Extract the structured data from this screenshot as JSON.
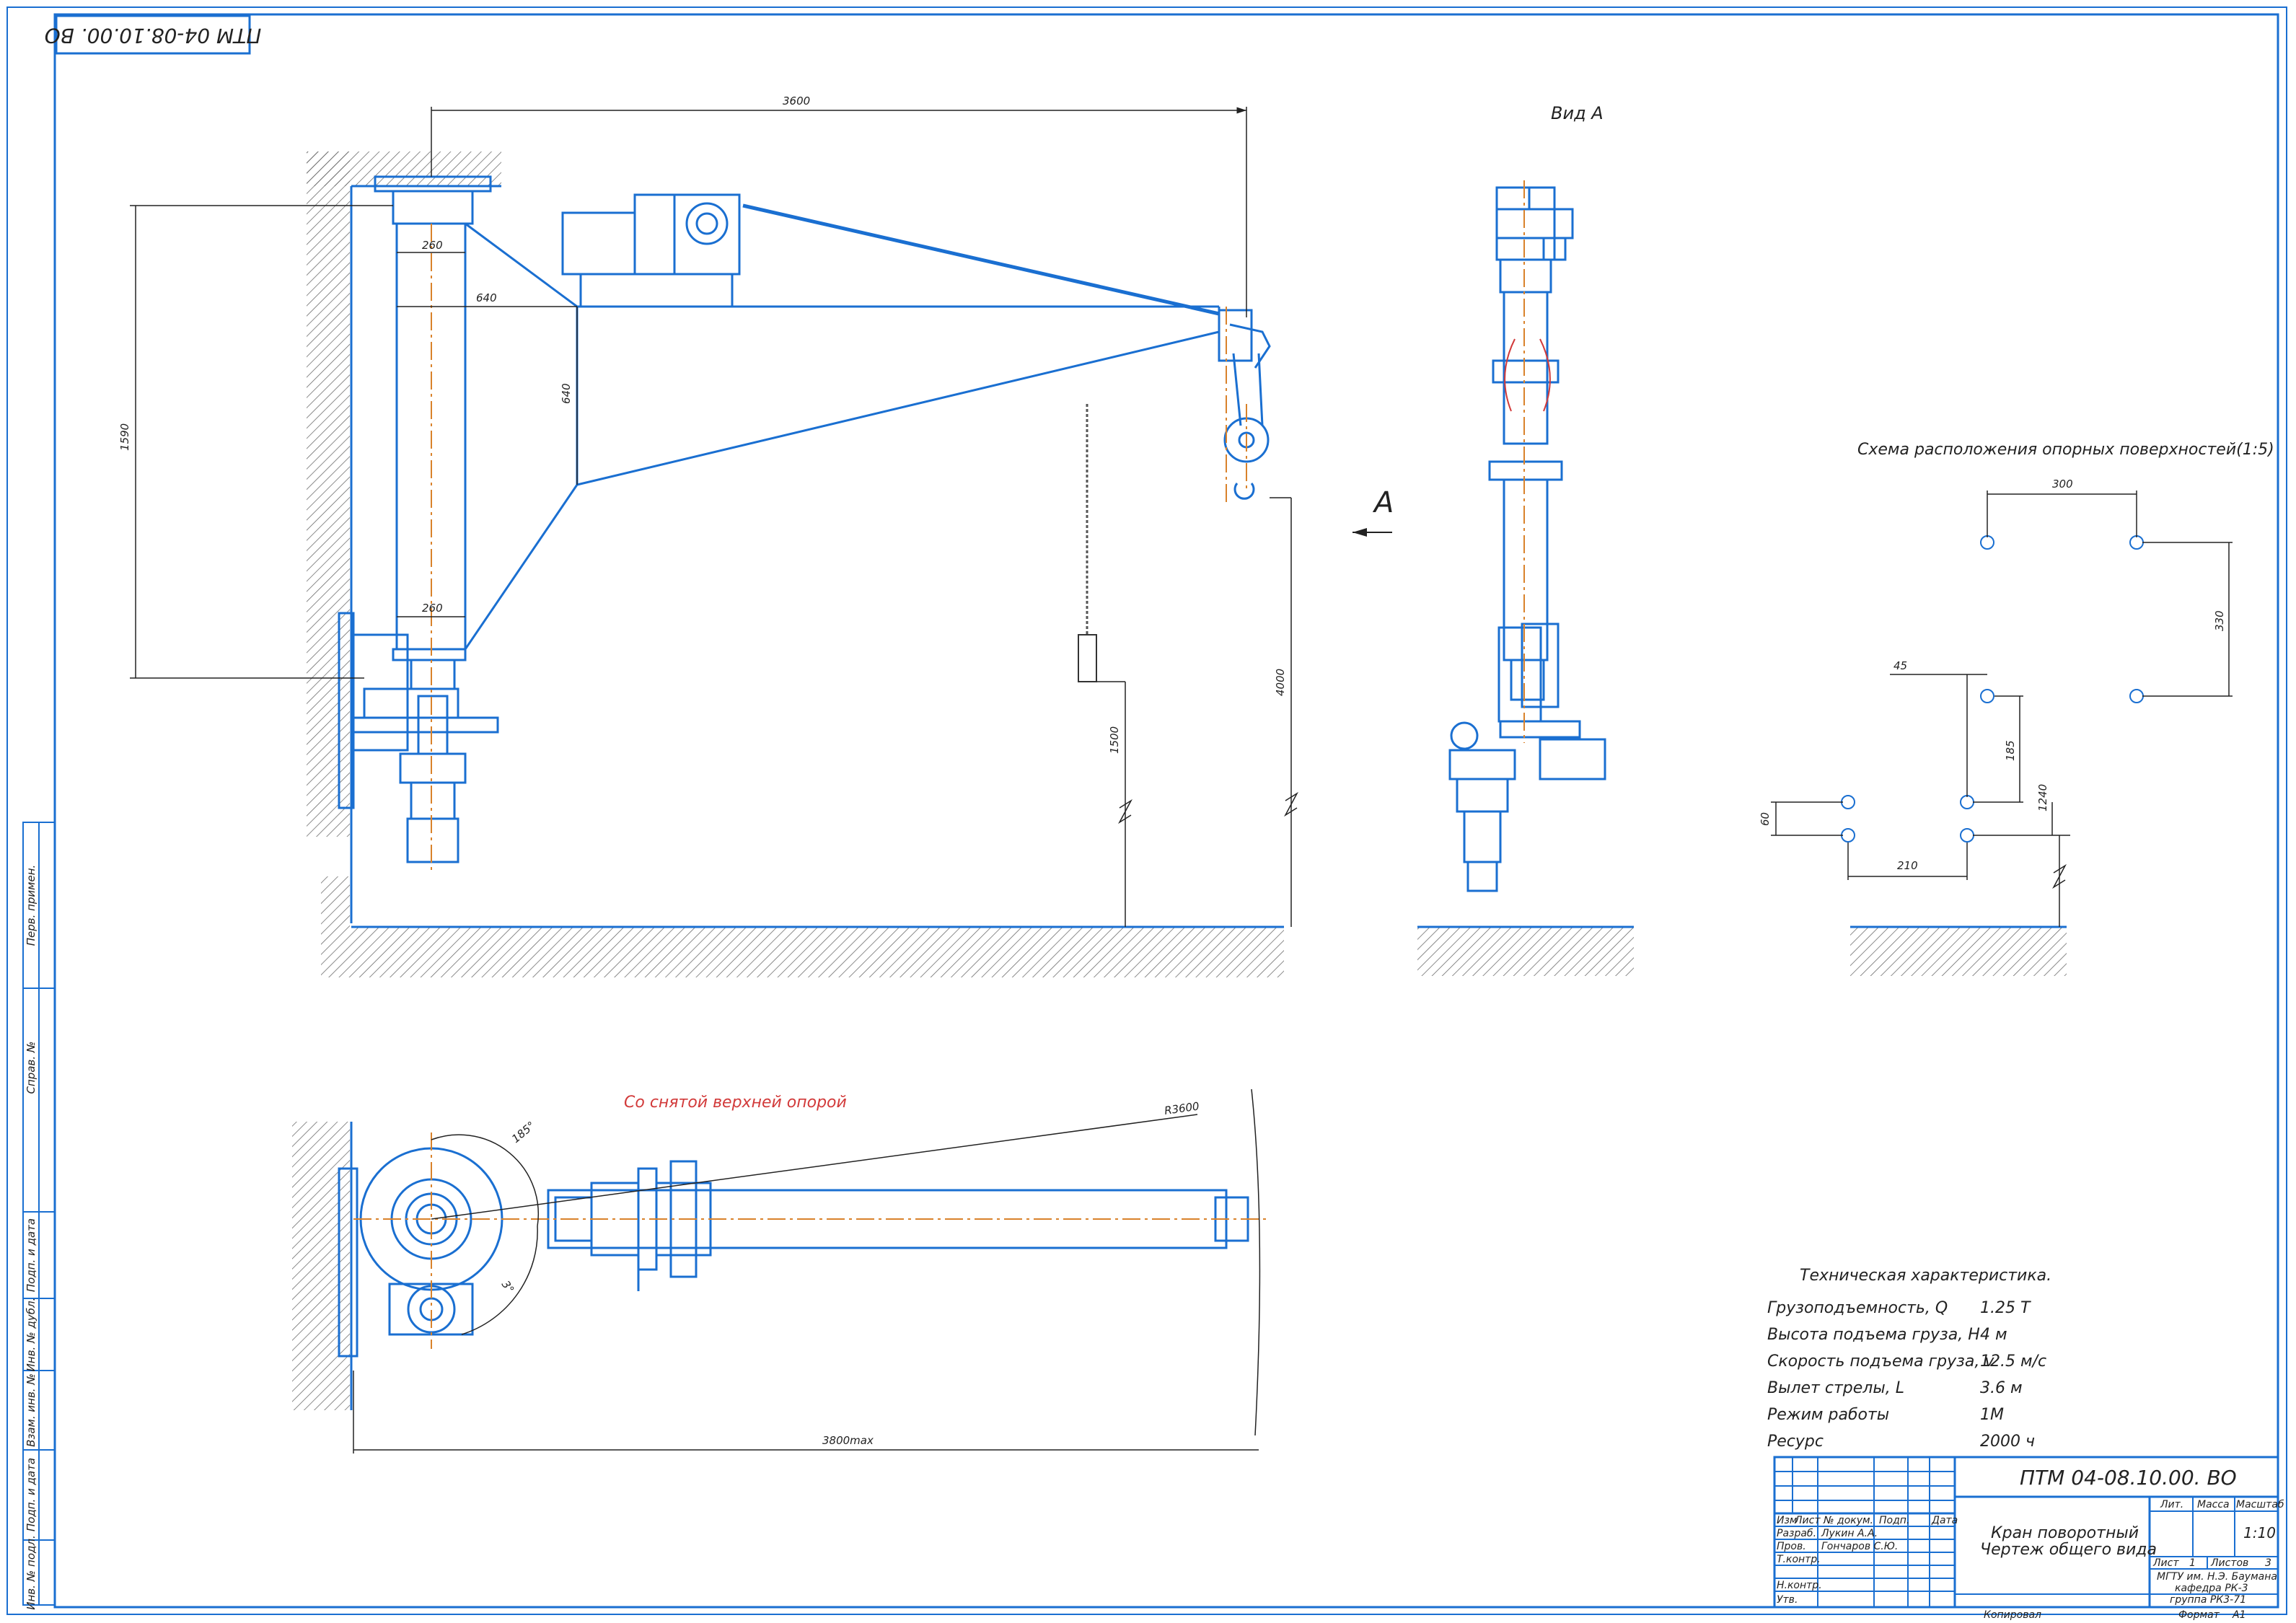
{
  "sheet_code_rotated": "ПТМ 04-08.10.00. ВО",
  "view_label": "Вид А",
  "view_arrow_letter": "А",
  "section_note": "Со снятой верхней опорой",
  "support_scheme_title": "Схема расположения опорных поверхностей(1:5)",
  "dimensions": {
    "span_top": "3600",
    "d260_top": "260",
    "d640_h": "640",
    "d640_v": "640",
    "d1590": "1590",
    "d260_bottom": "260",
    "d1500": "1500",
    "d4000": "4000",
    "r3600": "R3600",
    "angle_185": "185°",
    "angle_3": "3°",
    "d3800": "3800max",
    "s300": "300",
    "s330": "330",
    "s45": "45",
    "s185": "185",
    "s60": "60",
    "s240": "1240",
    "s210": "210"
  },
  "tech": {
    "title": "Техническая характеристика.",
    "rows": [
      {
        "label": "Грузоподъемность, Q",
        "value": "1.25 Т"
      },
      {
        "label": "Высота подъема груза, Н",
        "value": "4 м"
      },
      {
        "label": "Скорость подъема груза, v",
        "value": "12.5 м/с"
      },
      {
        "label": "Вылет стрелы, L",
        "value": "3.6 м"
      },
      {
        "label": "Режим работы",
        "value": "1М"
      },
      {
        "label": "Ресурс",
        "value": "2000 ч"
      }
    ]
  },
  "title_block": {
    "code": "ПТМ 04-08.10.00. ВО",
    "name_line1": "Кран поворотный",
    "name_line2": "Чертеж общего вида",
    "head_izm": "Изм",
    "head_list": "Лист",
    "head_doc": "№ докум.",
    "head_podp": "Подп.",
    "head_data": "Дата",
    "razrab": "Разраб.",
    "razrab_name": "Лукин А.А.",
    "prov": "Пров.",
    "prov_name": "Гончаров С.Ю.",
    "tkontr": "Т.контр.",
    "nkontr": "Н.контр.",
    "utv": "Утв.",
    "lit": "Лит.",
    "massa": "Масса",
    "masshtab": "Масштаб",
    "scale": "1:10",
    "list": "Лист",
    "list_no": "1",
    "listov": "Листов",
    "listov_no": "3",
    "org1": "МГТУ им. Н.Э. Баумана",
    "org2": "кафедра РК-3",
    "org3": "группа РК3-71",
    "kopiroval": "Копировал",
    "format": "Формат",
    "format_val": "А1"
  },
  "left_strip": {
    "perv": "Перв. примен.",
    "sprav": "Справ. №",
    "podp_data1": "Подп. и дата",
    "inv_dubl": "Инв. № дубл.",
    "vzam": "Взам. инв. №",
    "podp_data2": "Подп. и дата",
    "inv_podl": "Инв. № подл."
  },
  "colors": {
    "line_blue": "#1a6fd1",
    "frame": "#1a6fd1",
    "hatch": "#555555",
    "center": "#d9822b",
    "red": "#d23a3a",
    "dim": "#222222"
  }
}
